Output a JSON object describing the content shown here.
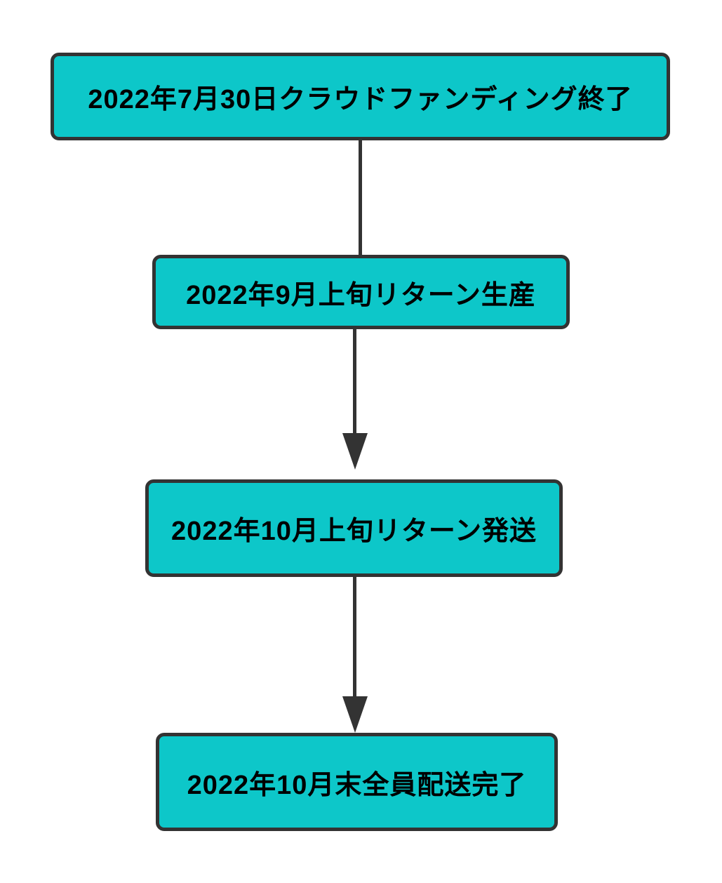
{
  "diagram": {
    "type": "flowchart",
    "direction": "top-down",
    "nodes": [
      {
        "id": "n1",
        "label": "2022年7月30日クラウドファンディング終了"
      },
      {
        "id": "n2",
        "label": "2022年9月上旬リターン生産"
      },
      {
        "id": "n3",
        "label": "2022年10月上旬リターン発送"
      },
      {
        "id": "n4",
        "label": "2022年10月末全員配送完了"
      }
    ],
    "edges": [
      {
        "from": "n1",
        "to": "n2",
        "arrowhead": false
      },
      {
        "from": "n2",
        "to": "n3",
        "arrowhead": true
      },
      {
        "from": "n3",
        "to": "n4",
        "arrowhead": true
      }
    ],
    "colors": {
      "node_fill": "#0dc7c9",
      "node_border": "#333333",
      "connector": "#333333",
      "text": "#000000",
      "background": "#ffffff"
    }
  }
}
